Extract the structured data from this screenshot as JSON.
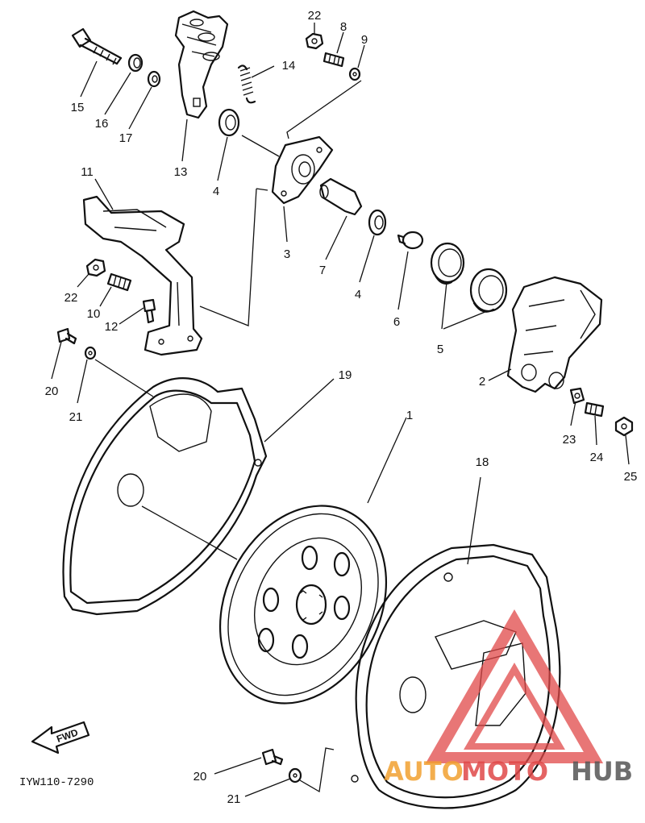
{
  "diagram_code": "IYW110-7290",
  "fwd_label": "FWD",
  "watermark": {
    "part1": "AUTO",
    "part2": "MOTO",
    "part3": "HUB",
    "colors": {
      "auto": "#f2a030",
      "moto": "#e04848",
      "hub": "#555555"
    }
  },
  "callouts": [
    {
      "id": "c22a",
      "text": "22"
    },
    {
      "id": "c8",
      "text": "8"
    },
    {
      "id": "c9",
      "text": "9"
    },
    {
      "id": "c14",
      "text": "14"
    },
    {
      "id": "c15",
      "text": "15"
    },
    {
      "id": "c16",
      "text": "16"
    },
    {
      "id": "c17",
      "text": "17"
    },
    {
      "id": "c13",
      "text": "13"
    },
    {
      "id": "c4a",
      "text": "4"
    },
    {
      "id": "c11",
      "text": "11"
    },
    {
      "id": "c3",
      "text": "3"
    },
    {
      "id": "c7",
      "text": "7"
    },
    {
      "id": "c4b",
      "text": "4"
    },
    {
      "id": "c6",
      "text": "6"
    },
    {
      "id": "c5",
      "text": "5"
    },
    {
      "id": "c2",
      "text": "2"
    },
    {
      "id": "c22b",
      "text": "22"
    },
    {
      "id": "c10",
      "text": "10"
    },
    {
      "id": "c12",
      "text": "12"
    },
    {
      "id": "c20a",
      "text": "20"
    },
    {
      "id": "c21a",
      "text": "21"
    },
    {
      "id": "c19",
      "text": "19"
    },
    {
      "id": "c1",
      "text": "1"
    },
    {
      "id": "c18",
      "text": "18"
    },
    {
      "id": "c23",
      "text": "23"
    },
    {
      "id": "c24",
      "text": "24"
    },
    {
      "id": "c25",
      "text": "25"
    },
    {
      "id": "c20b",
      "text": "20"
    },
    {
      "id": "c21b",
      "text": "21"
    }
  ]
}
